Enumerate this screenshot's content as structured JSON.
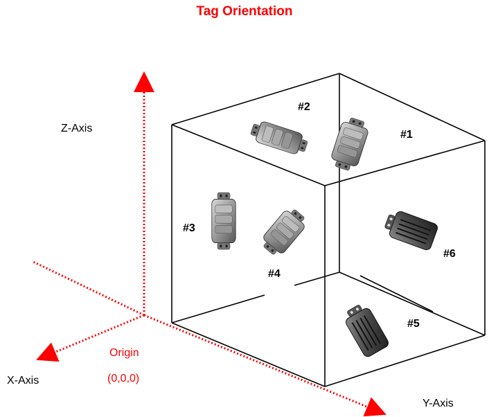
{
  "title": "Tag Orientation",
  "axes": {
    "z": "Z-Axis",
    "x": "X-Axis",
    "y": "Y-Axis"
  },
  "origin": {
    "label": "Origin",
    "coords": "(0,0,0)"
  },
  "tags": [
    "#1",
    "#2",
    "#3",
    "#4",
    "#5",
    "#6"
  ],
  "colors": {
    "axis": "#ff0000",
    "title": "#ff0000",
    "cube_edge": "#000000"
  },
  "icons": [
    "tag-device-icon"
  ]
}
